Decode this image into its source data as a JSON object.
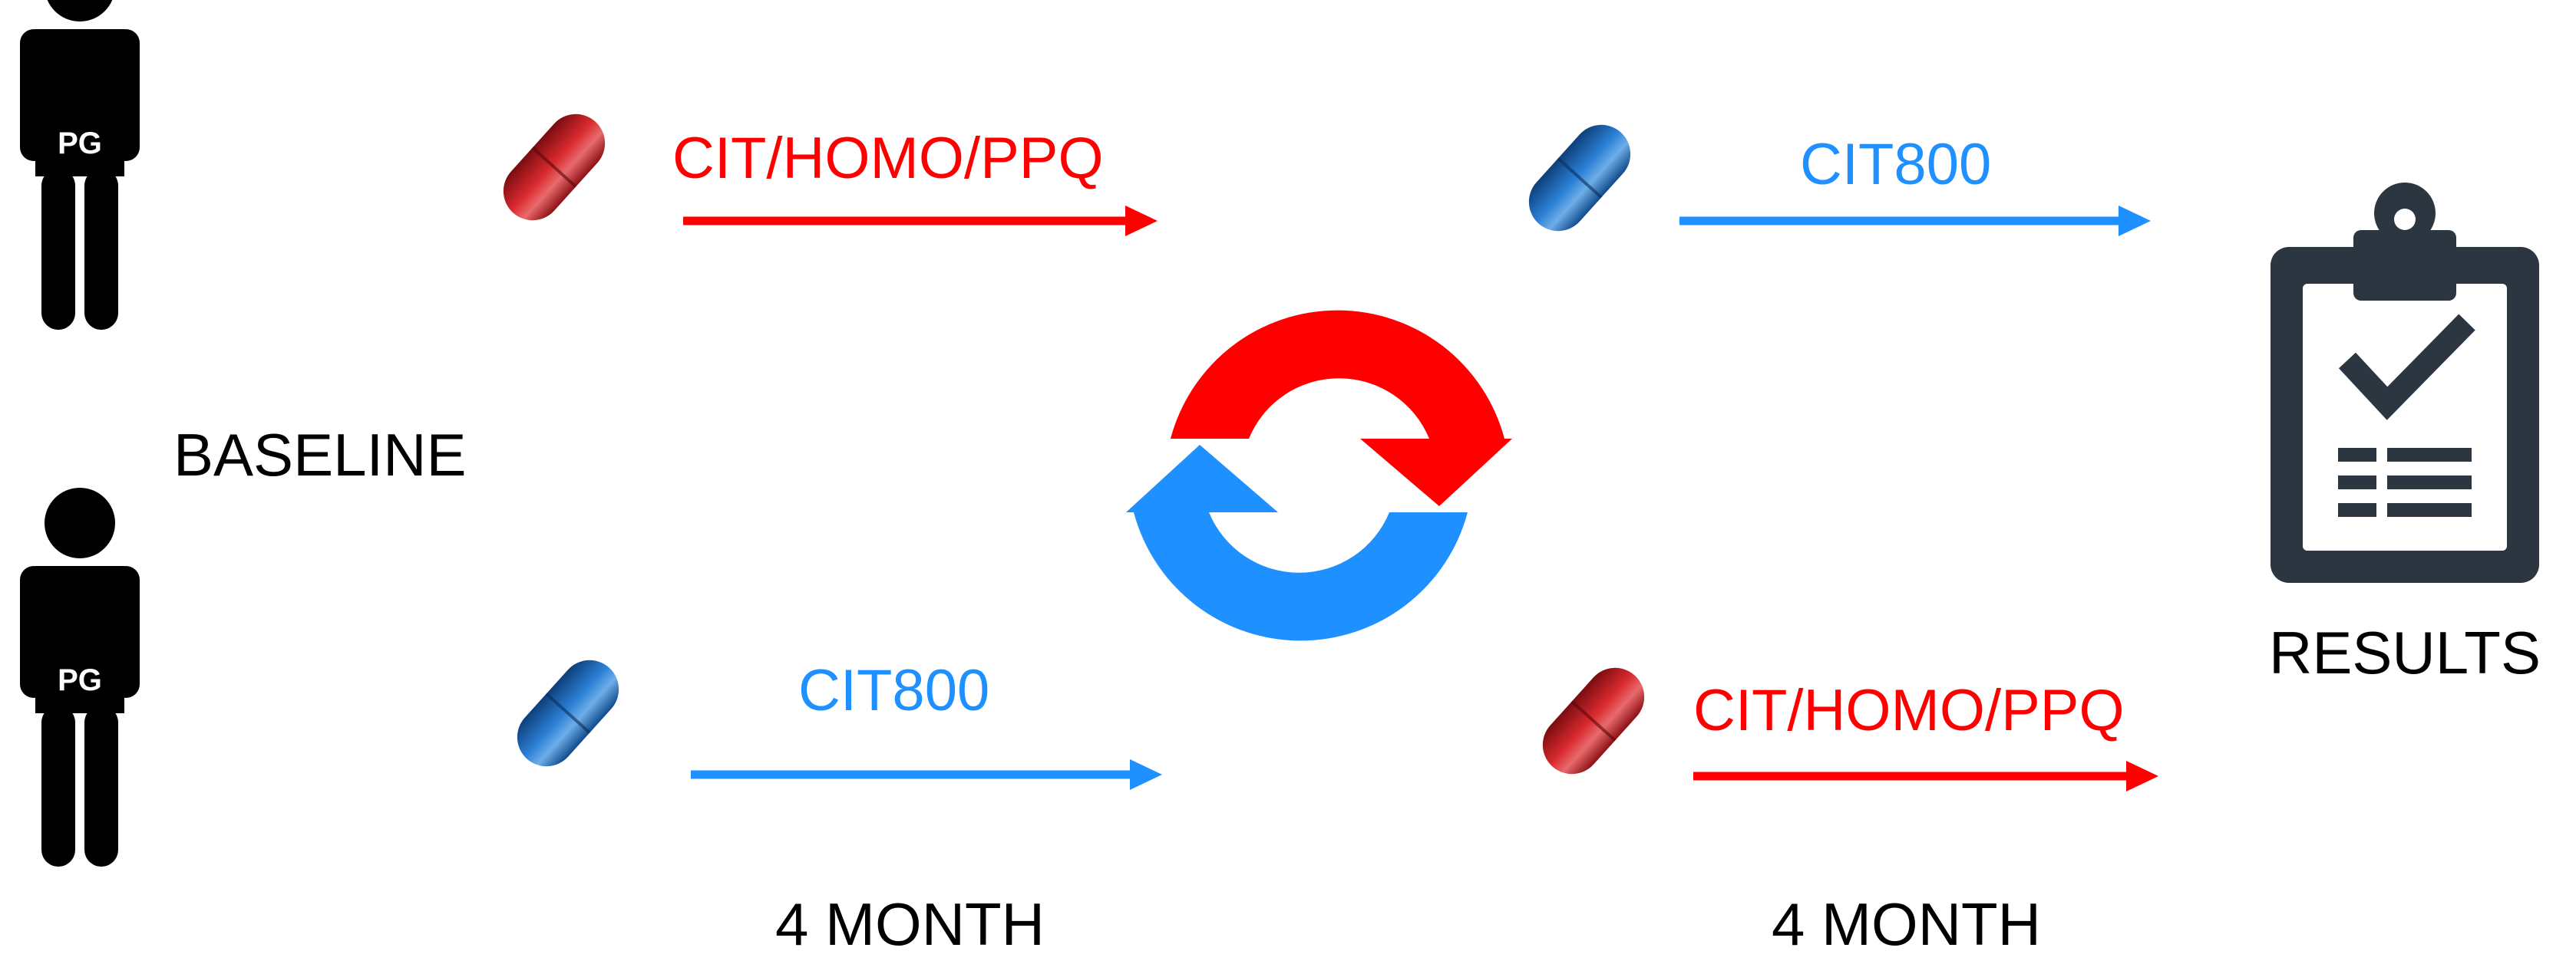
{
  "participant_badge": "PG",
  "labels": {
    "baseline": "BASELINE",
    "results": "RESULTS",
    "period_1": "4 MONTH",
    "period_2": "4 MONTH"
  },
  "treatments": {
    "active": "CIT/HOMO/PPQ",
    "control": "CIT800"
  },
  "colors": {
    "active": "#ff0000",
    "control": "#1e90ff",
    "person": "#000000",
    "clipboard": "#2b3640",
    "red_pill": "#c81f25",
    "blue_pill": "#1f6fc0"
  },
  "icons": {
    "participant": "person-icon",
    "treatment": "capsule-icon",
    "crossover": "crossover-cycle-icon",
    "results": "clipboard-check-icon"
  }
}
